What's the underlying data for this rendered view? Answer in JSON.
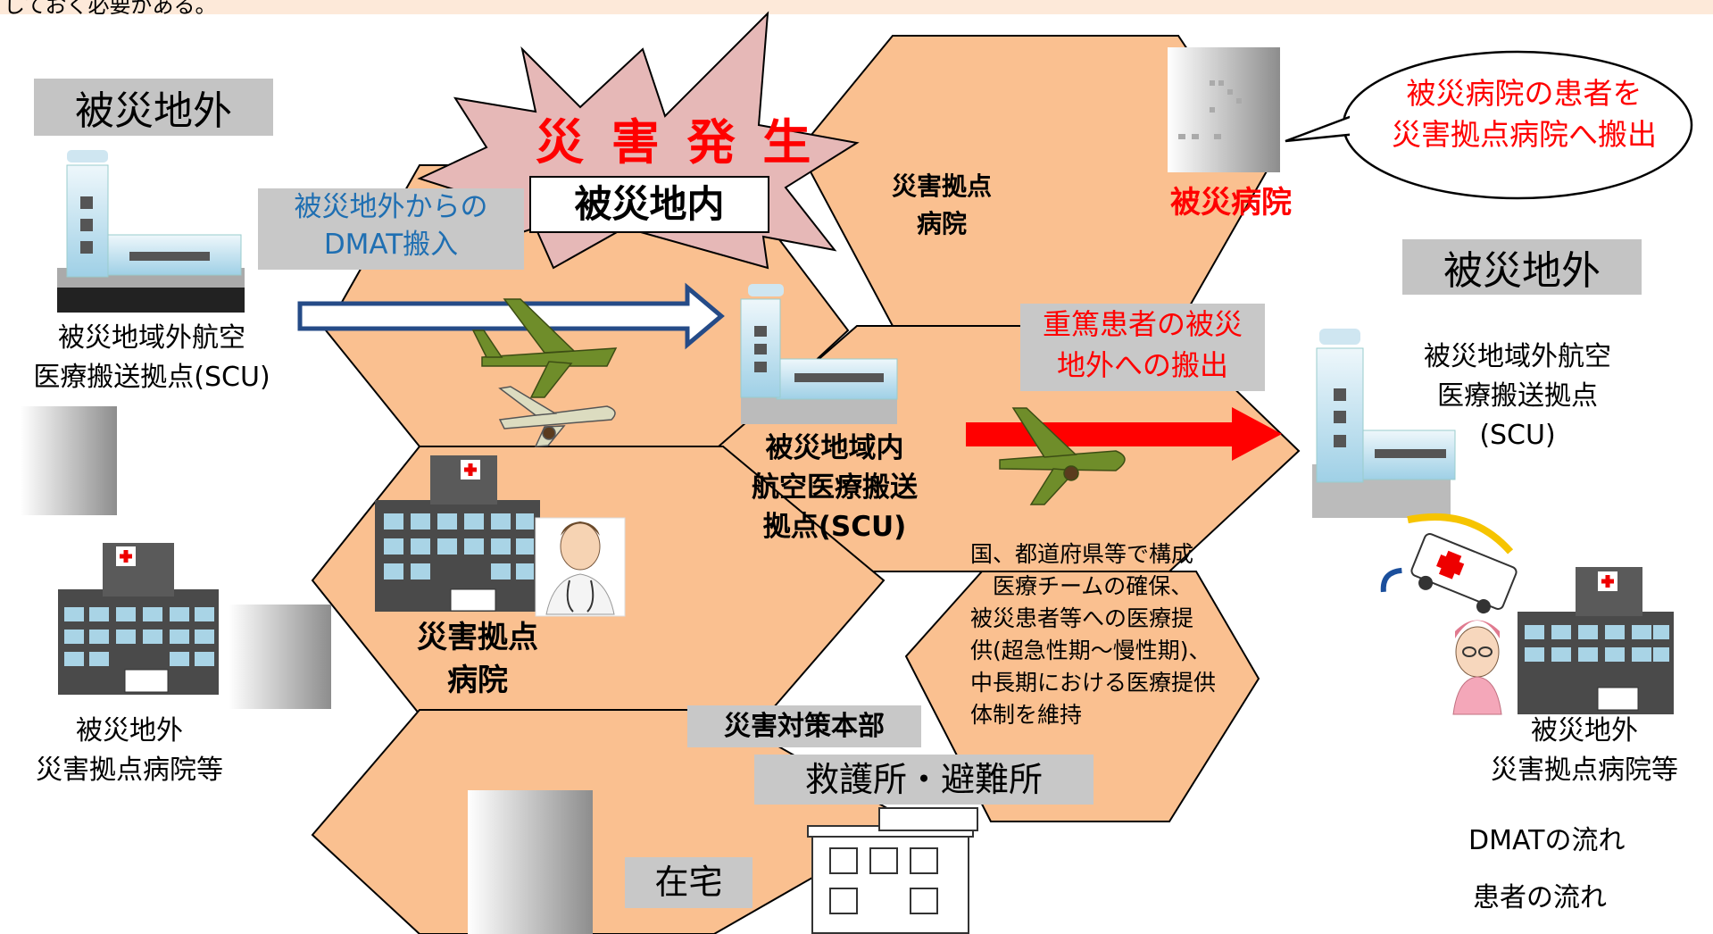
{
  "top_banner": {
    "text": "しておく必要がある。",
    "bg": "#fde9d9"
  },
  "labels": {
    "outside_left": "被災地外",
    "outside_right": "被災地外",
    "disaster_title": "災 害 発 生",
    "inside_area": "被災地内",
    "dmat_in": [
      "被災地外からの",
      "DMAT搬入"
    ],
    "scu_left": [
      "被災地域外航空",
      "医療搬送拠点(SCU)"
    ],
    "hospital_left": [
      "被災地外",
      "災害拠点病院等"
    ],
    "base_hospital_top": [
      "災害拠点",
      "病院"
    ],
    "affected_hospital": "被災病院",
    "speech_bubble": [
      "被災病院の患者を",
      "災害拠点病院へ搬出"
    ],
    "critical_out": [
      "重篤患者の被災",
      "地外への搬出"
    ],
    "scu_inside": [
      "被災地域内",
      "航空医療搬送",
      "拠点(SCU)"
    ],
    "scu_right": [
      "被災地域外航空",
      "医療搬送拠点",
      "(SCU)"
    ],
    "base_hospital_mid": [
      "災害拠点",
      "病院"
    ],
    "team_desc": [
      "国、都道府県等で構成",
      "　医療チームの確保、",
      "被災患者等への医療提",
      "供(超急性期～慢性期)、",
      "中長期における医療提供",
      "体制を維持"
    ],
    "hq": "災害対策本部",
    "shelter": "救護所・避難所",
    "home": "在宅",
    "hospital_right": [
      "被災地外",
      "災害拠点病院等"
    ]
  },
  "legend": {
    "dmat_flow": "DMATの流れ",
    "patient_flow": "患者の流れ"
  },
  "colors": {
    "hex_fill": "#fac090",
    "hex_stroke": "#000000",
    "burst_fill": "#e6b8b7",
    "red": "#ff0000",
    "blue_text": "#1f6fb2",
    "arrow_blue": "#254b87",
    "label_grey": "#c4c4c4",
    "plane_green": "#6f8d2a",
    "building_blue": "#b9dcec"
  },
  "icons": [
    "airport-building-icon",
    "hospital-building-icon",
    "airplane-icon",
    "doctor-icon",
    "nurse-icon",
    "ambulance-icon",
    "shelter-building-icon"
  ]
}
